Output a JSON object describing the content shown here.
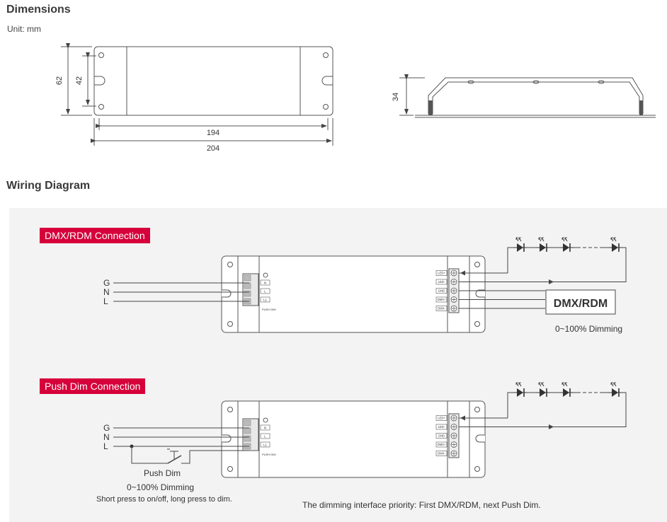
{
  "dimensions": {
    "heading": "Dimensions",
    "unit": "Unit: mm",
    "height_total": "62",
    "height_inner": "42",
    "length_inner": "194",
    "length_total": "204",
    "side_height": "34"
  },
  "wiring": {
    "heading": "Wiring Diagram",
    "dmx_section": {
      "badge": "DMX/RDM Connection",
      "controller": "DMX/RDM",
      "dimming_range": "0~100% Dimming"
    },
    "push_section": {
      "badge": "Push Dim Connection",
      "switch_label": "Push Dim",
      "dimming_range": "0~100% Dimming",
      "instruction": "Short press to on/off, long press to dim."
    },
    "priority_note": "The dimming interface priority: First DMX/RDM, next Push Dim.",
    "input_labels": [
      "G",
      "N",
      "L"
    ],
    "input_terminals": [
      "N",
      "L",
      "L1"
    ],
    "push_terminal_label": "PUSH DIM",
    "output_terminals": [
      "LED+",
      "LED-",
      "GND",
      "DMX+",
      "DMX-"
    ]
  }
}
